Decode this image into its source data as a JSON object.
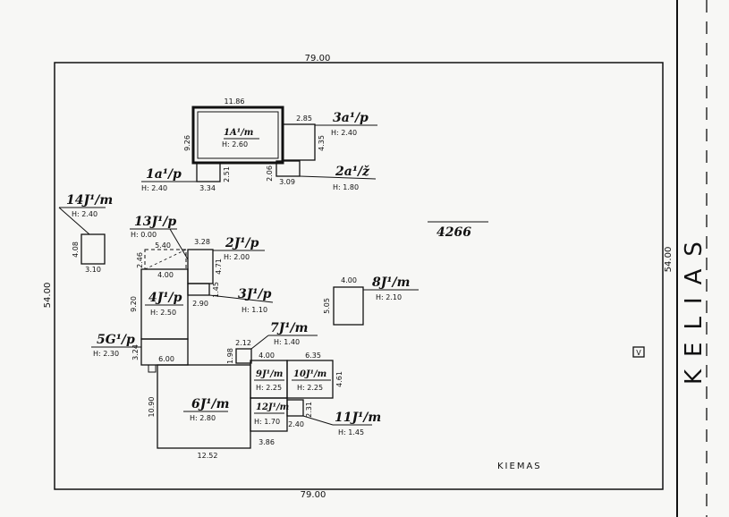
{
  "plot": {
    "width_label": "79.00",
    "width_label_bottom": "79.00",
    "height_label_left": "54.00",
    "height_label_right": "54.00",
    "lot_number": "4266",
    "yard_label": "KIEMAS",
    "road_label": "KELIAS",
    "marker": "V"
  },
  "buildings": {
    "b1a": {
      "name": "1A¹/m",
      "height": "H: 2.60",
      "dim_top": "11.86",
      "dim_left": "9.26"
    },
    "b1a_p": {
      "name": "1a¹/p",
      "height": "H: 2.40",
      "dim_w": "3.34",
      "dim_h": "2.51"
    },
    "b2a": {
      "name": "2a¹/ž",
      "height": "H: 1.80",
      "dim_w": "3.09",
      "dim_h": "2.06"
    },
    "b3a": {
      "name": "3a¹/p",
      "height": "H: 2.40",
      "dim_w": "2.85",
      "dim_h": "4.35"
    },
    "b14j": {
      "name": "14J¹/m",
      "height": "H: 2.40",
      "dim_w": "3.10",
      "dim_h": "4.08"
    },
    "b13j": {
      "name": "13J¹/p",
      "height": "H: 0.00",
      "dim_w": "5.40",
      "dim_h": "2.46",
      "dim_bottom": "4.00"
    },
    "b2j": {
      "name": "2J¹/p",
      "height": "H: 2.00",
      "dim_w": "3.28",
      "dim_h": "4.71"
    },
    "b3j": {
      "name": "3J¹/p",
      "height": "H: 1.10",
      "dim_w": "2.90",
      "dim_h": "1.45"
    },
    "b4j": {
      "name": "4J¹/p",
      "height": "H: 2.50",
      "dim_h": "9.20"
    },
    "b5g": {
      "name": "5G¹/p",
      "height": "H: 2.30",
      "dim_w": "6.00",
      "dim_h": "3.24"
    },
    "b6j": {
      "name": "6J¹/m",
      "height": "H: 2.80",
      "dim_w": "12.52",
      "dim_h": "10.90"
    },
    "b7j": {
      "name": "7J¹/m",
      "height": "H: 1.40",
      "dim_w": "2.12",
      "dim_h": "1.98"
    },
    "b8j": {
      "name": "8J¹/m",
      "height": "H: 2.10",
      "dim_w": "4.00",
      "dim_h": "5.05"
    },
    "b9j": {
      "name": "9J¹/m",
      "height": "H: 2.25",
      "dim_w": "4.00"
    },
    "b10j": {
      "name": "10J¹/m",
      "height": "H: 2.25",
      "dim_w": "6.35",
      "dim_h": "4.61"
    },
    "b11j": {
      "name": "11J¹/m",
      "height": "H: 1.45",
      "dim_w": "2.40",
      "dim_h": "2.31"
    },
    "b12j": {
      "name": "12J¹/m",
      "height": "H: 1.70",
      "dim_w": "3.86"
    }
  }
}
